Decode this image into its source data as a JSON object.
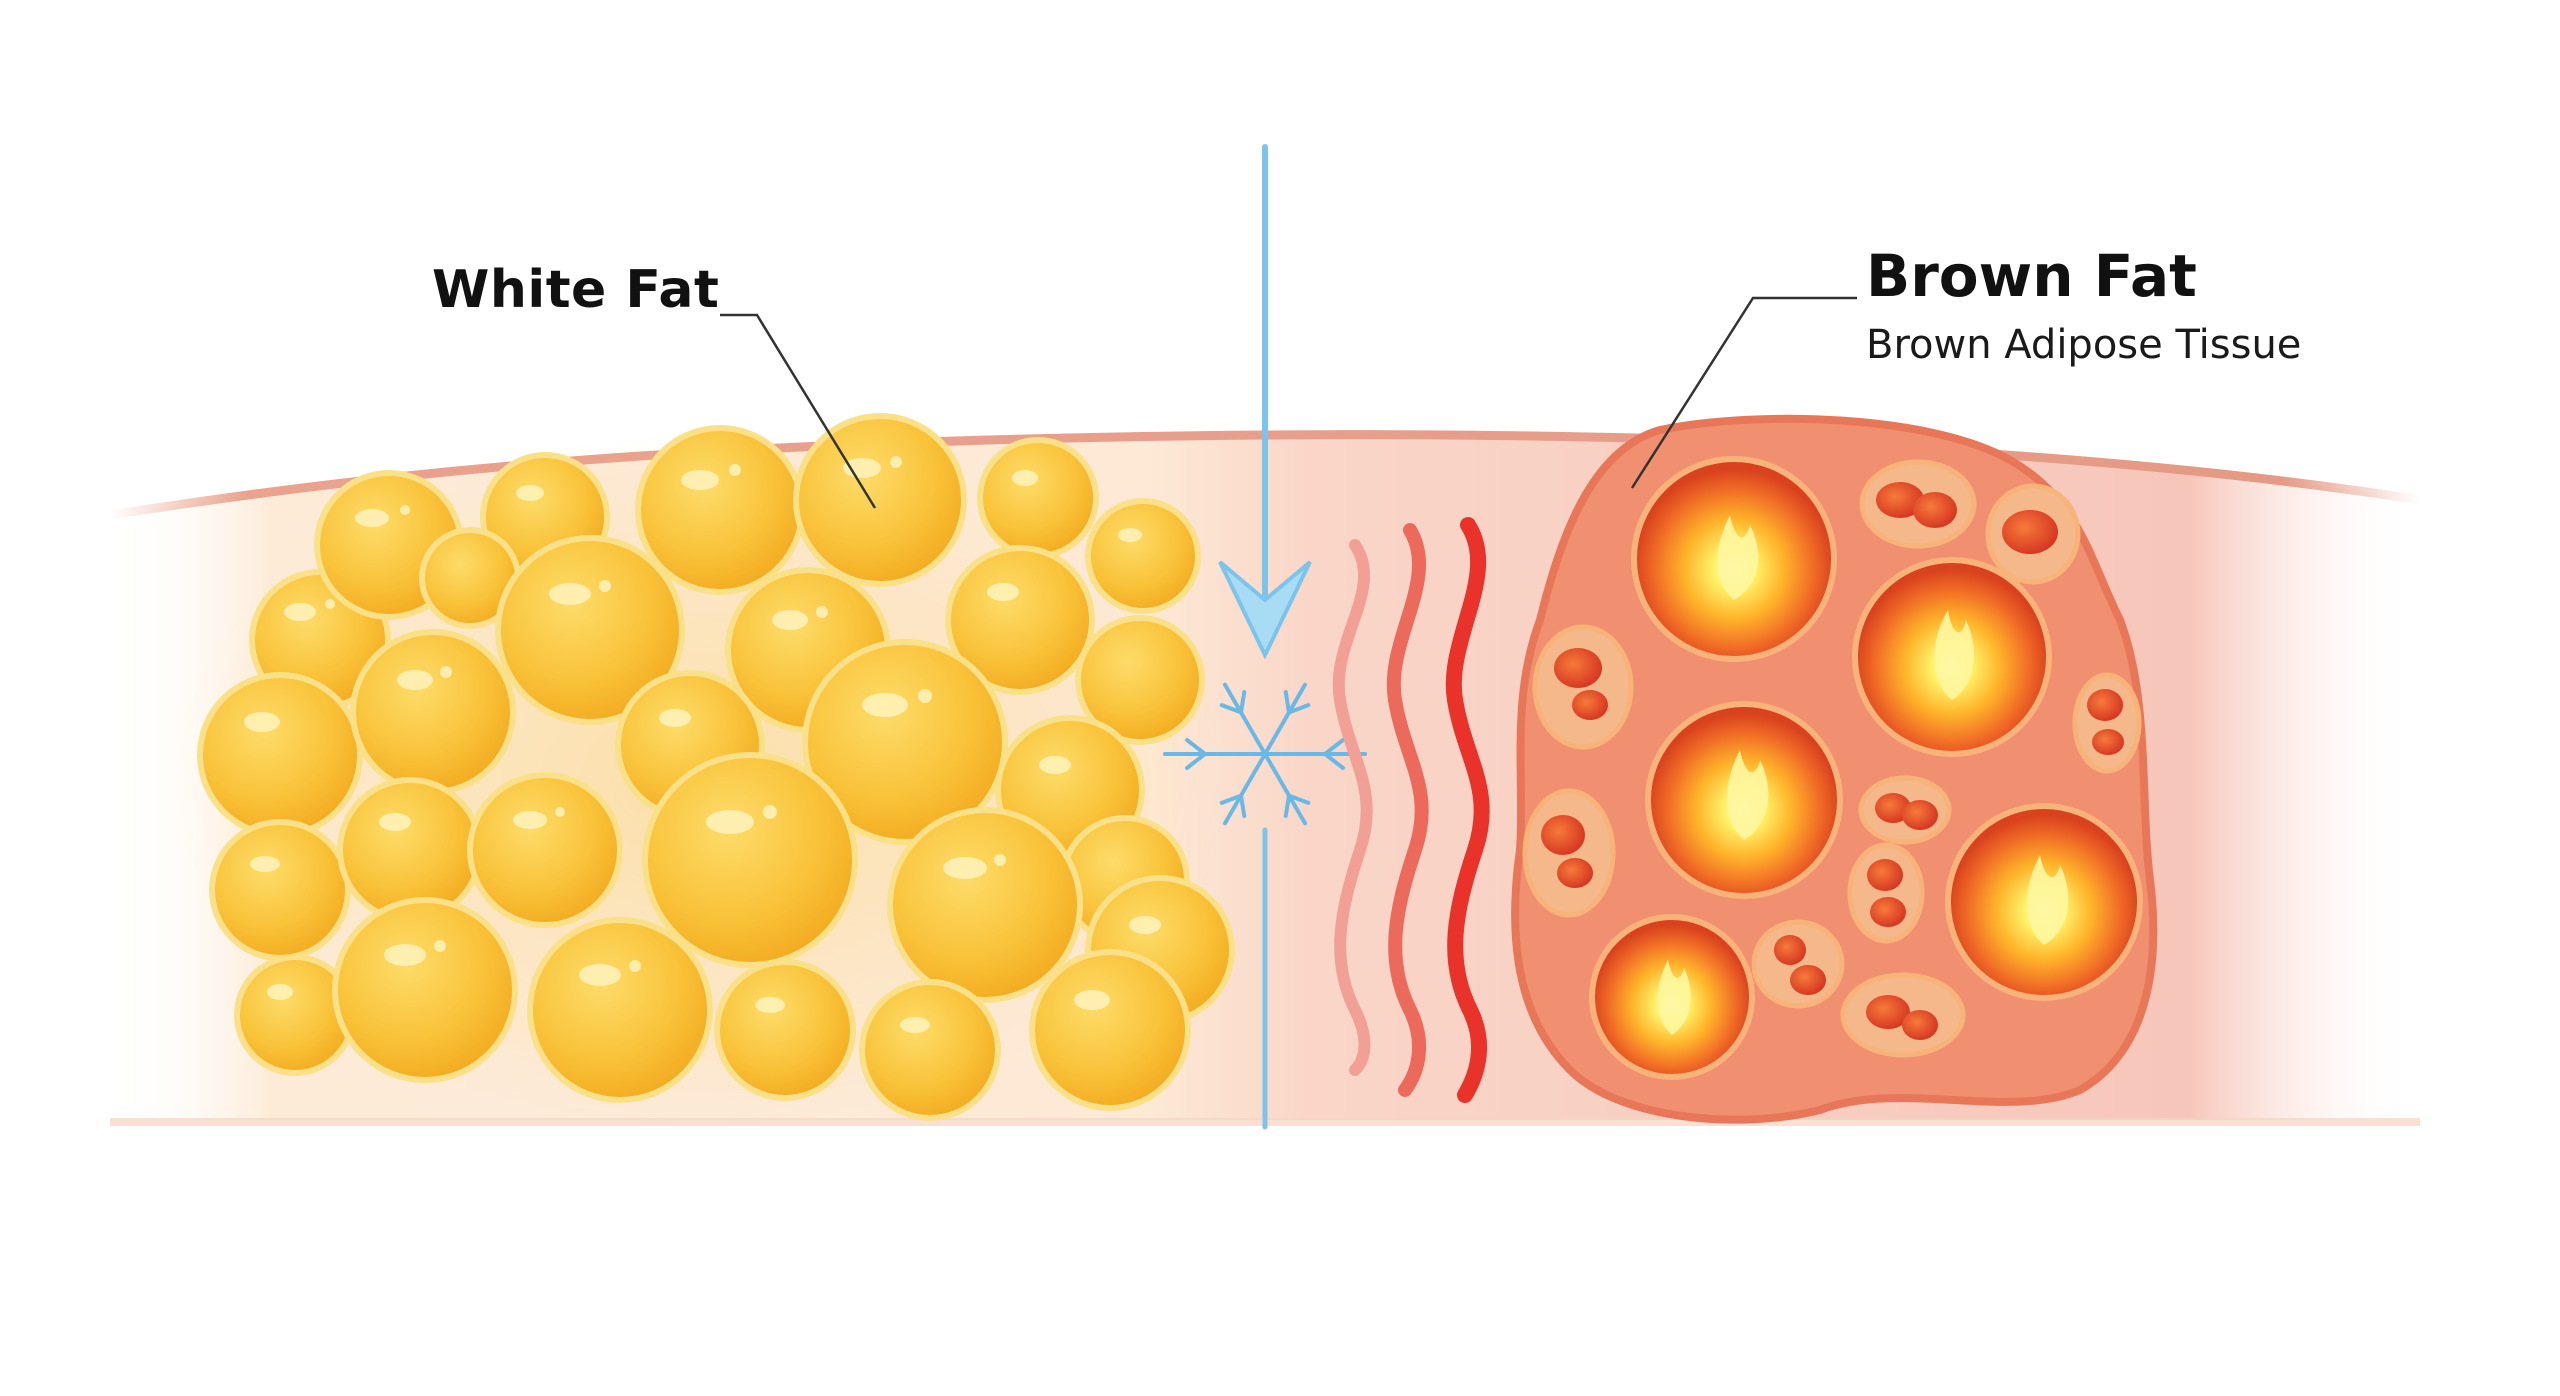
{
  "diagram": {
    "labels": {
      "white_fat": "White Fat",
      "brown_fat": "Brown Fat",
      "brown_fat_subtitle": "Brown Adipose Tissue"
    },
    "symbols": {
      "cold_arrow": "cold-downward-arrow-icon",
      "snowflake": "snowflake-icon",
      "heat_waves": "heat-waves-icon",
      "flames": "flame-icon"
    },
    "colors": {
      "white_fat_cell": "#f9c33a",
      "white_fat_highlight": "#fde58a",
      "tissue_band_left": "#fde9d6",
      "tissue_band_right": "#f7c9bd",
      "band_border": "#e59a86",
      "brown_fat_tissue": "#f08c68",
      "brown_fat_cell": "#e8502a",
      "flame_core": "#fff36b",
      "cold_blue": "#7cc4ec",
      "heat_red": "#e8322a",
      "leader_line": "#333333",
      "text": "#111111"
    }
  }
}
